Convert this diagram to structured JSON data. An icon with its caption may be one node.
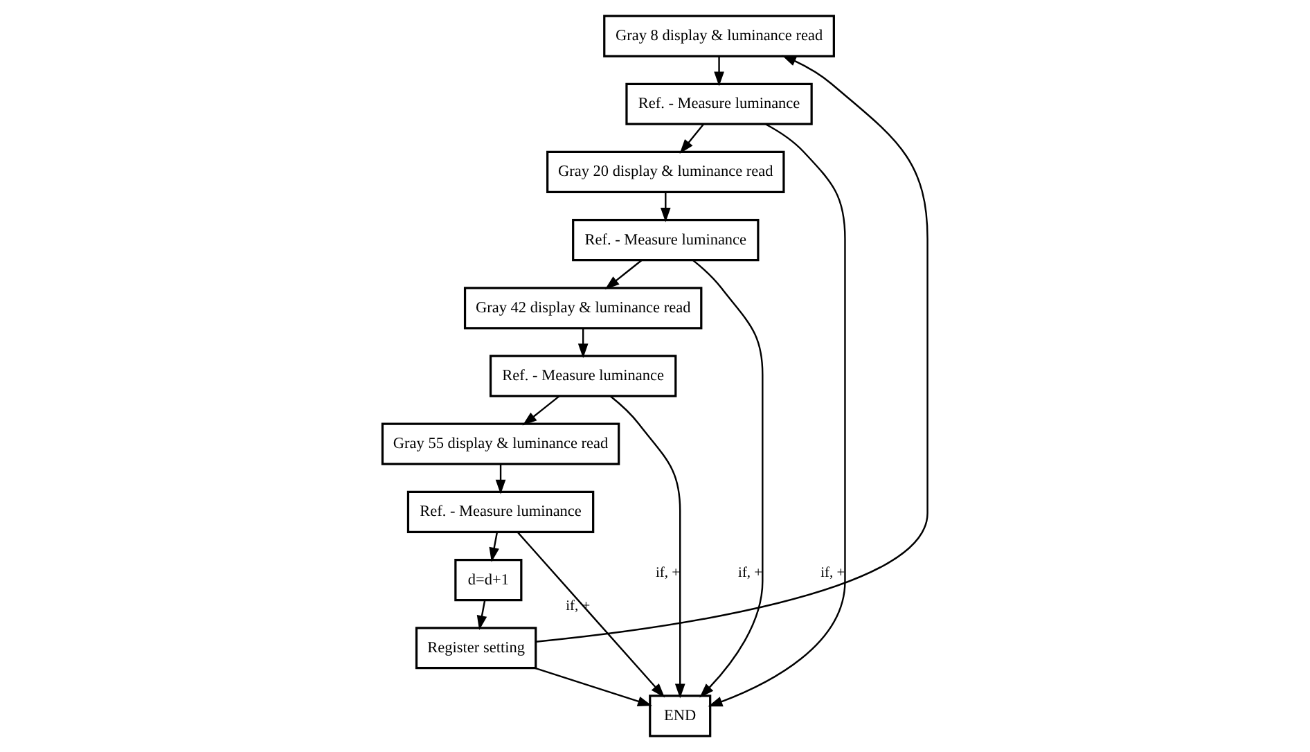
{
  "diagram": {
    "nodes": [
      {
        "text": [
          "Gray 8 display & luminance read"
        ]
      },
      {
        "text": [
          "Ref. - Measure luminance"
        ]
      },
      {
        "text": [
          "Gray 20 display & luminance read"
        ]
      },
      {
        "text": [
          "Ref. - Measure luminance"
        ]
      },
      {
        "text": [
          "Gray 42 display & luminance read"
        ]
      },
      {
        "text": [
          "Ref. - Measure luminance"
        ]
      },
      {
        "text": [
          "Gray 55 display & luminance read"
        ]
      },
      {
        "text": [
          "Ref. - Measure luminance"
        ]
      },
      {
        "text": [
          "d=d+1"
        ]
      },
      {
        "text": [
          "Register setting"
        ]
      },
      {
        "text": [
          "END"
        ]
      }
    ],
    "edges": [
      {
        "from": 0,
        "to": 1,
        "arrow": "to"
      },
      {
        "from": 1,
        "to": 10,
        "arrow": "to",
        "label": "if, +"
      },
      {
        "from": 1,
        "to": 2,
        "arrow": "to"
      },
      {
        "from": 2,
        "to": 3,
        "arrow": "to"
      },
      {
        "from": 3,
        "to": 10,
        "arrow": "to",
        "label": "if, +"
      },
      {
        "from": 3,
        "to": 4,
        "arrow": "to"
      },
      {
        "from": 4,
        "to": 5,
        "arrow": "to"
      },
      {
        "from": 5,
        "to": 10,
        "arrow": "to",
        "label": "if, +"
      },
      {
        "from": 5,
        "to": 6,
        "arrow": "to"
      },
      {
        "from": 6,
        "to": 7,
        "arrow": "to"
      },
      {
        "from": 7,
        "to": 10,
        "arrow": "to",
        "label": "if, +"
      },
      {
        "from": 7,
        "to": 8,
        "arrow": "to"
      },
      {
        "from": 8,
        "to": 9,
        "arrow": "to"
      },
      {
        "from": 9,
        "to": 10,
        "arrow": "to"
      },
      {
        "from": 9,
        "to": 0,
        "arrow": "to"
      }
    ]
  }
}
